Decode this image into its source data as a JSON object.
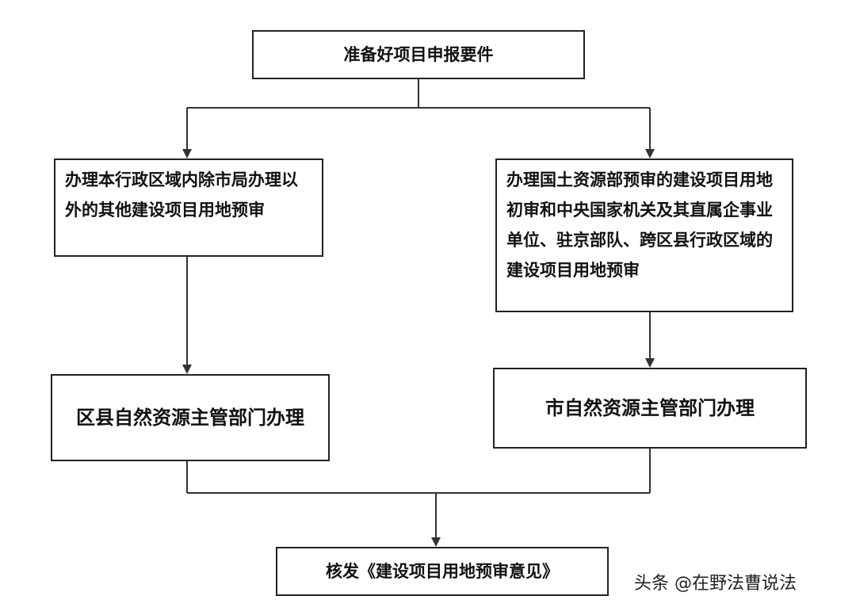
{
  "flowchart": {
    "nodes": {
      "start": "准备好项目申报要件",
      "left_branch": "办理本行政区域内除市局办理以外的其他建设项目用地预审",
      "right_branch": "办理国土资源部预审的建设项目用地初审和中央国家机关及其直属企事业单位、驻京部队、跨区县行政区域的建设项目用地预审",
      "left_handler": "区县自然资源主管部门办理",
      "right_handler": "市自然资源主管部门办理",
      "end": "核发《建设项目用地预审意见》"
    }
  },
  "watermark": "头条 @在野法曹说法",
  "colors": {
    "line": "#333333",
    "border": "#222222",
    "background": "#ffffff"
  }
}
